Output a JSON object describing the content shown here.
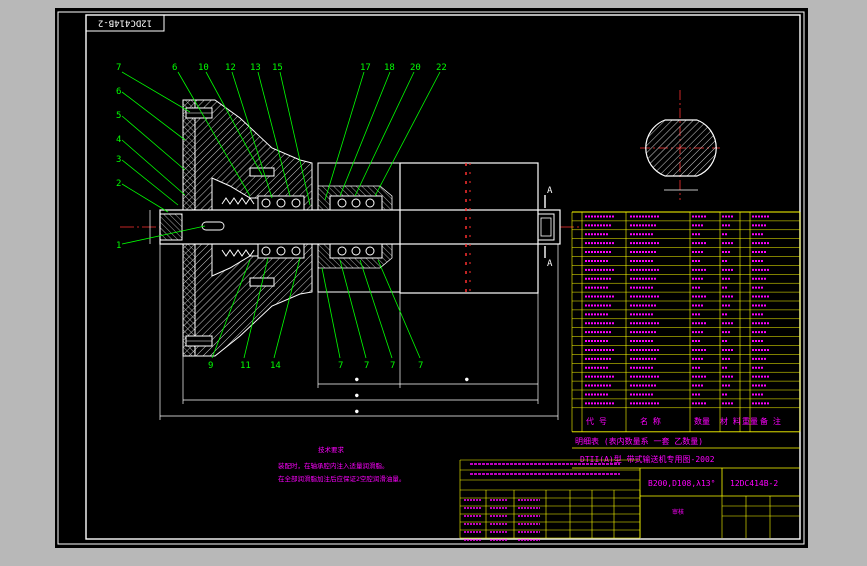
{
  "drawing": {
    "code_rotated": "12DC414B-2",
    "section_mark": "A",
    "part_numbers_top": [
      "7",
      "6",
      "10",
      "12",
      "13",
      "15",
      "17",
      "18",
      "20",
      "22"
    ],
    "part_numbers_left": [
      "6",
      "5",
      "4",
      "3",
      "2",
      "1"
    ],
    "part_numbers_bottom": [
      "9",
      "11",
      "14",
      "7",
      "7",
      "7",
      "7"
    ]
  },
  "notes": {
    "title": "技术要求",
    "line1": "装配时，在轴承腔内注入适量润滑脂。",
    "line2": "在全部润滑脂加注后应保证2空腔润滑油量。"
  },
  "title_block": {
    "header": {
      "code": "代 号",
      "name": "名 称",
      "qty": "数量",
      "material": "材 料",
      "weight": "重量",
      "remark": "备 注"
    },
    "parts_note": "明细表  (表内数量系  一套  乙数量)",
    "drawing_title": "DTII(A)型  带式输送机专用图-2002",
    "spec": "B200,D108,λ13°",
    "drawing_code": "12DC414B-2",
    "approval_label": "审核"
  },
  "colors": {
    "background": "#000000",
    "frame": "#ffffff",
    "contour": "#ffffff",
    "hatch": "#d0d0d0",
    "dimension": "#ffffff",
    "leader": "#00ff00",
    "centerline": "#ff0000",
    "notes_text": "#ff00ff",
    "table_grid": "#ffff00",
    "table_text": "#ff00ff"
  }
}
